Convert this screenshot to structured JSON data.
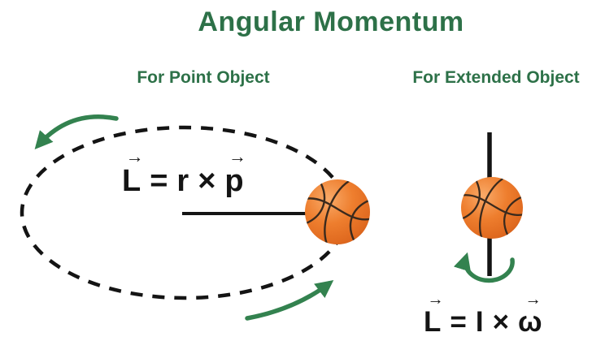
{
  "title": "Angular Momentum",
  "sections": {
    "point": {
      "label": "For Point Object",
      "formula": {
        "l": "L",
        "eq": "=",
        "r": "r",
        "times": "×",
        "p": "p"
      }
    },
    "extended": {
      "label": "For Extended Object",
      "formula": {
        "l": "L",
        "eq": "=",
        "i": "I",
        "times": "×",
        "omega": "ω"
      }
    }
  },
  "glyphs": {
    "vector_arrow": "→"
  },
  "colors": {
    "heading-green": "#2d7148",
    "arrow-green": "#33824f",
    "line-black": "#141414",
    "ball-highlight": "#f9aa68",
    "ball-orange": "#ee7e2e",
    "ball-deep": "#e06a20",
    "ball-shadow": "#cf5b18",
    "ball-seam": "#3a2a1d"
  }
}
